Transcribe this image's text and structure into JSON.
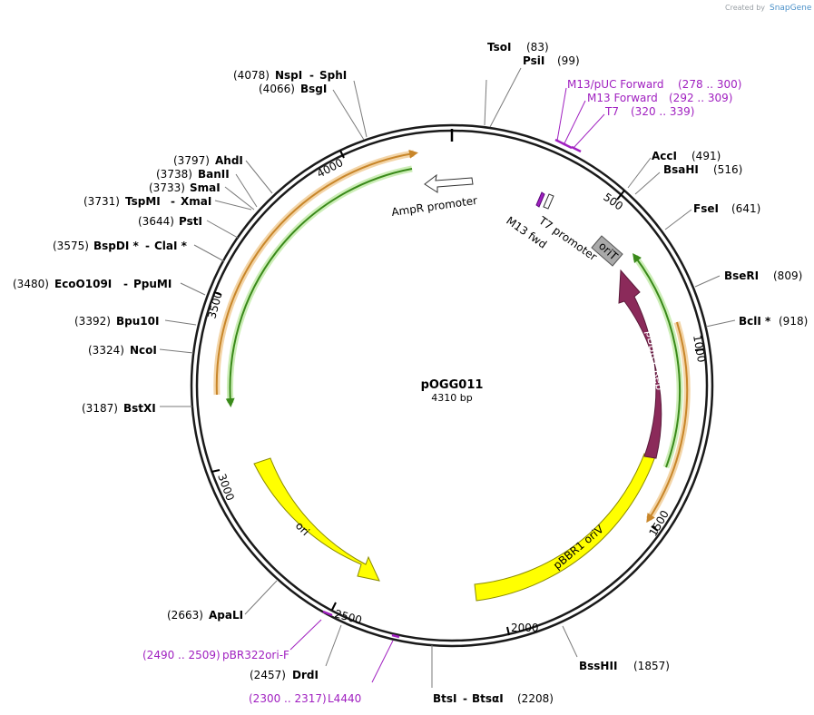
{
  "watermark": {
    "created_by": "Created by",
    "brand": "SnapGene"
  },
  "plasmid": {
    "name": "pOGG011",
    "length_label": "4310 bp"
  },
  "ticks": [
    "500",
    "1000",
    "1500",
    "2000",
    "2500",
    "3000",
    "3500",
    "4000"
  ],
  "enzymes": [
    {
      "name": "TsoI",
      "pos": "(83)"
    },
    {
      "name": "PsiI",
      "pos": "(99)"
    },
    {
      "name": "AccI",
      "pos": "(491)"
    },
    {
      "name": "BsaHI",
      "pos": "(516)"
    },
    {
      "name": "FseI",
      "pos": "(641)"
    },
    {
      "name": "BseRI",
      "pos": "(809)"
    },
    {
      "name": "BclI *",
      "pos": "(918)"
    },
    {
      "name": "BssHII",
      "pos": "(1857)"
    },
    {
      "name": "BtsI",
      "name2": "BtsαI",
      "pos": "(2208)"
    },
    {
      "name": "DrdI",
      "pos": "(2457)"
    },
    {
      "name": "ApaLI",
      "pos": "(2663)"
    },
    {
      "name": "BstXI",
      "pos": "(3187)"
    },
    {
      "name": "NcoI",
      "pos": "(3324)"
    },
    {
      "name": "Bpu10I",
      "pos": "(3392)"
    },
    {
      "name": "EcoO109I",
      "name2": "PpuMI",
      "pos": "(3480)"
    },
    {
      "name": "BspDI *",
      "name2": "ClaI *",
      "pos": "(3575)"
    },
    {
      "name": "PstI",
      "pos": "(3644)"
    },
    {
      "name": "TspMI",
      "name2": "XmaI",
      "pos": "(3731)"
    },
    {
      "name": "SmaI",
      "pos": "(3733)"
    },
    {
      "name": "BanII",
      "pos": "(3738)"
    },
    {
      "name": "AhdI",
      "pos": "(3797)"
    },
    {
      "name": "BsgI",
      "pos": "(4066)"
    },
    {
      "name": "NspI",
      "name2": "SphI",
      "pos": "(4078)"
    }
  ],
  "primers": [
    {
      "name": "M13/pUC Forward",
      "range": "(278 .. 300)"
    },
    {
      "name": "M13 Forward",
      "range": "(292 .. 309)"
    },
    {
      "name": "T7",
      "range": "(320 .. 339)"
    },
    {
      "name": "pBR322ori-F",
      "range": "(2490 .. 2509)"
    },
    {
      "name": "L4440",
      "range": "(2300 .. 2317)"
    }
  ],
  "features": {
    "ampr_promoter": "AmpR promoter",
    "t7_promoter": "T7 promoter",
    "m13_fwd": "M13 fwd",
    "orit": "oriT",
    "pbbr1_rep": "pBBR1 Rep",
    "pbbr1_oriv": "pBBR1 oriV",
    "ori": "ori"
  },
  "colors": {
    "backbone": "#1a1a1a",
    "primer": "#a020c0",
    "pbbr1_rep": "#8b2a5a",
    "ori": "#ffff00",
    "orit": "#a9a9a9",
    "orange_track": "#c8862a",
    "green_track": "#3a8a1a"
  }
}
